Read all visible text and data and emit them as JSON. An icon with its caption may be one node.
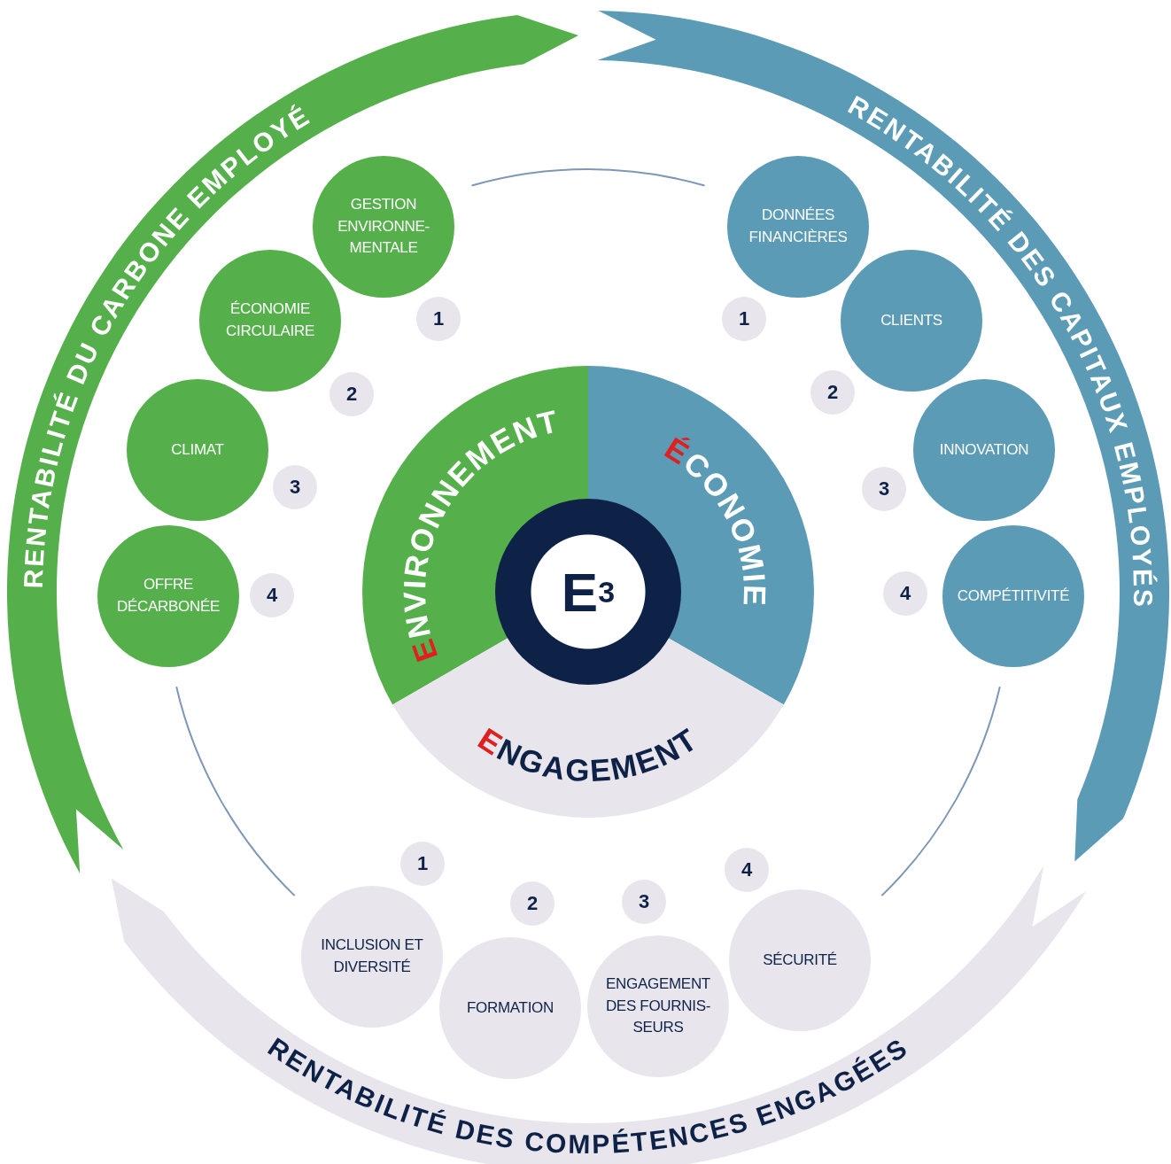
{
  "diagram": {
    "nodes": [
      {
        "text": [
          "RENTABILITÉ DU CARBONE EMPLOYÉ"
        ]
      },
      {
        "text": [
          "RENTABILITÉ DES CAPITAUX EMPLOYÉS"
        ]
      },
      {
        "text": [
          "RENTABILITÉ DES COMPÉTENCES ENGAGÉES"
        ]
      },
      {
        "text": [
          "ENVIRONNEMENT"
        ]
      },
      {
        "text": [
          "ÉCONOMIE"
        ]
      },
      {
        "text": [
          "ENGAGEMENT"
        ]
      },
      {
        "text": [
          "E$^{3}$"
        ]
      },
      {
        "text": [
          "GESTION ENVIRONNE- MENTALE"
        ]
      },
      {
        "text": [
          "ÉCONOMIE CIRCULAIRE"
        ]
      },
      {
        "text": [
          "CLIMAT"
        ]
      },
      {
        "text": [
          "OFFRE DÉCARBONÉE"
        ]
      },
      {
        "text": [
          "DONNÉES FINANCIÈRES"
        ]
      },
      {
        "text": [
          "CLIENTS"
        ]
      },
      {
        "text": [
          "INNOVATION"
        ]
      },
      {
        "text": [
          "COMPÉTITIVITÉ"
        ]
      },
      {
        "text": [
          "INCLUSION ET DIVERSITÉ"
        ]
      },
      {
        "text": [
          "FORMATION"
        ]
      },
      {
        "text": [
          "ENGAGEMENT DES FOURNIS- SEURS"
        ]
      },
      {
        "text": [
          "SÉCURITÉ"
        ]
      },
      {
        "text": [
          "1"
        ]
      },
      {
        "text": [
          "2"
        ]
      },
      {
        "text": [
          "3"
        ]
      },
      {
        "text": [
          "4"
        ]
      },
      {
        "text": [
          "1"
        ]
      },
      {
        "text": [
          "2"
        ]
      },
      {
        "text": [
          "3"
        ]
      },
      {
        "text": [
          "4"
        ]
      },
      {
        "text": [
          "1"
        ]
      },
      {
        "text": [
          "2"
        ]
      },
      {
        "text": [
          "3"
        ]
      },
      {
        "text": [
          "4"
        ]
      }
    ]
  }
}
